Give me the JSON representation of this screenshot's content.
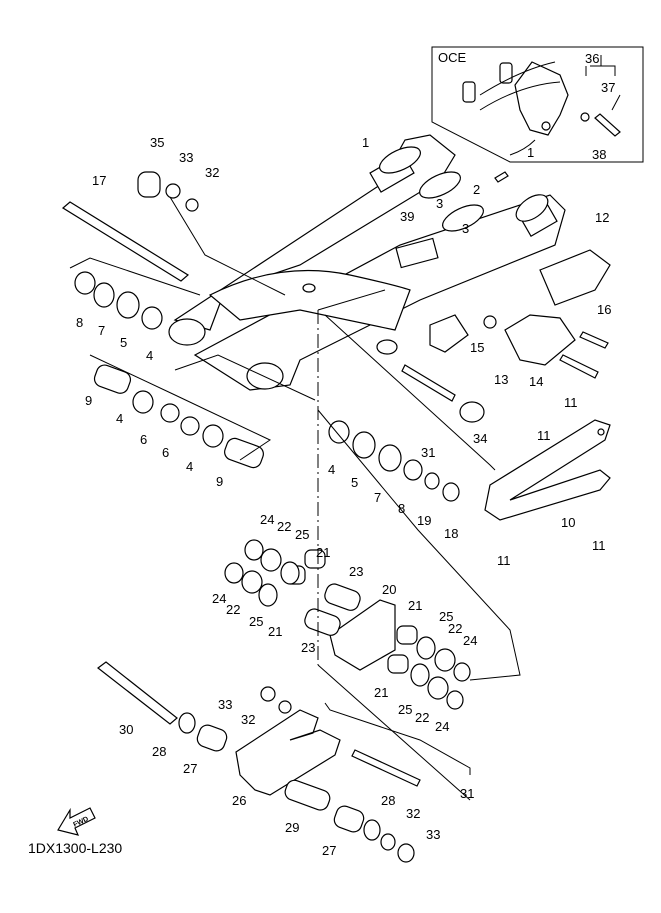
{
  "diagram": {
    "drawing_code": "1DX1300-L230",
    "direction_indicator": "FWD",
    "inset": {
      "label": "OCE",
      "parts": [
        "36",
        "37",
        "38",
        "1"
      ]
    },
    "callouts": [
      {
        "id": "c1",
        "text": "1"
      },
      {
        "id": "c1b",
        "text": "1"
      },
      {
        "id": "c2",
        "text": "2"
      },
      {
        "id": "c3a",
        "text": "3"
      },
      {
        "id": "c3b",
        "text": "3"
      },
      {
        "id": "c4a",
        "text": "4"
      },
      {
        "id": "c4b",
        "text": "4"
      },
      {
        "id": "c4c",
        "text": "4"
      },
      {
        "id": "c4d",
        "text": "4"
      },
      {
        "id": "c5a",
        "text": "5"
      },
      {
        "id": "c5b",
        "text": "5"
      },
      {
        "id": "c6a",
        "text": "6"
      },
      {
        "id": "c6b",
        "text": "6"
      },
      {
        "id": "c7a",
        "text": "7"
      },
      {
        "id": "c7b",
        "text": "7"
      },
      {
        "id": "c8a",
        "text": "8"
      },
      {
        "id": "c8b",
        "text": "8"
      },
      {
        "id": "c9a",
        "text": "9"
      },
      {
        "id": "c9b",
        "text": "9"
      },
      {
        "id": "c10",
        "text": "10"
      },
      {
        "id": "c11a",
        "text": "11"
      },
      {
        "id": "c11b",
        "text": "11"
      },
      {
        "id": "c11c",
        "text": "11"
      },
      {
        "id": "c11d",
        "text": "11"
      },
      {
        "id": "c12",
        "text": "12"
      },
      {
        "id": "c13",
        "text": "13"
      },
      {
        "id": "c14",
        "text": "14"
      },
      {
        "id": "c15",
        "text": "15"
      },
      {
        "id": "c16",
        "text": "16"
      },
      {
        "id": "c17",
        "text": "17"
      },
      {
        "id": "c18",
        "text": "18"
      },
      {
        "id": "c19",
        "text": "19"
      },
      {
        "id": "c20",
        "text": "20"
      },
      {
        "id": "c21a",
        "text": "21"
      },
      {
        "id": "c21b",
        "text": "21"
      },
      {
        "id": "c21c",
        "text": "21"
      },
      {
        "id": "c21d",
        "text": "21"
      },
      {
        "id": "c22a",
        "text": "22"
      },
      {
        "id": "c22b",
        "text": "22"
      },
      {
        "id": "c22c",
        "text": "22"
      },
      {
        "id": "c22d",
        "text": "22"
      },
      {
        "id": "c23a",
        "text": "23"
      },
      {
        "id": "c23b",
        "text": "23"
      },
      {
        "id": "c24a",
        "text": "24"
      },
      {
        "id": "c24b",
        "text": "24"
      },
      {
        "id": "c24c",
        "text": "24"
      },
      {
        "id": "c24d",
        "text": "24"
      },
      {
        "id": "c25a",
        "text": "25"
      },
      {
        "id": "c25b",
        "text": "25"
      },
      {
        "id": "c25c",
        "text": "25"
      },
      {
        "id": "c25d",
        "text": "25"
      },
      {
        "id": "c26",
        "text": "26"
      },
      {
        "id": "c27a",
        "text": "27"
      },
      {
        "id": "c27b",
        "text": "27"
      },
      {
        "id": "c28a",
        "text": "28"
      },
      {
        "id": "c28b",
        "text": "28"
      },
      {
        "id": "c29",
        "text": "29"
      },
      {
        "id": "c30",
        "text": "30"
      },
      {
        "id": "c31a",
        "text": "31"
      },
      {
        "id": "c31b",
        "text": "31"
      },
      {
        "id": "c32a",
        "text": "32"
      },
      {
        "id": "c32b",
        "text": "32"
      },
      {
        "id": "c32c",
        "text": "32"
      },
      {
        "id": "c33a",
        "text": "33"
      },
      {
        "id": "c33b",
        "text": "33"
      },
      {
        "id": "c33c",
        "text": "33"
      },
      {
        "id": "c34",
        "text": "34"
      },
      {
        "id": "c35",
        "text": "35"
      },
      {
        "id": "c36",
        "text": "36"
      },
      {
        "id": "c37",
        "text": "37"
      },
      {
        "id": "c38",
        "text": "38"
      },
      {
        "id": "c39",
        "text": "39"
      }
    ]
  }
}
